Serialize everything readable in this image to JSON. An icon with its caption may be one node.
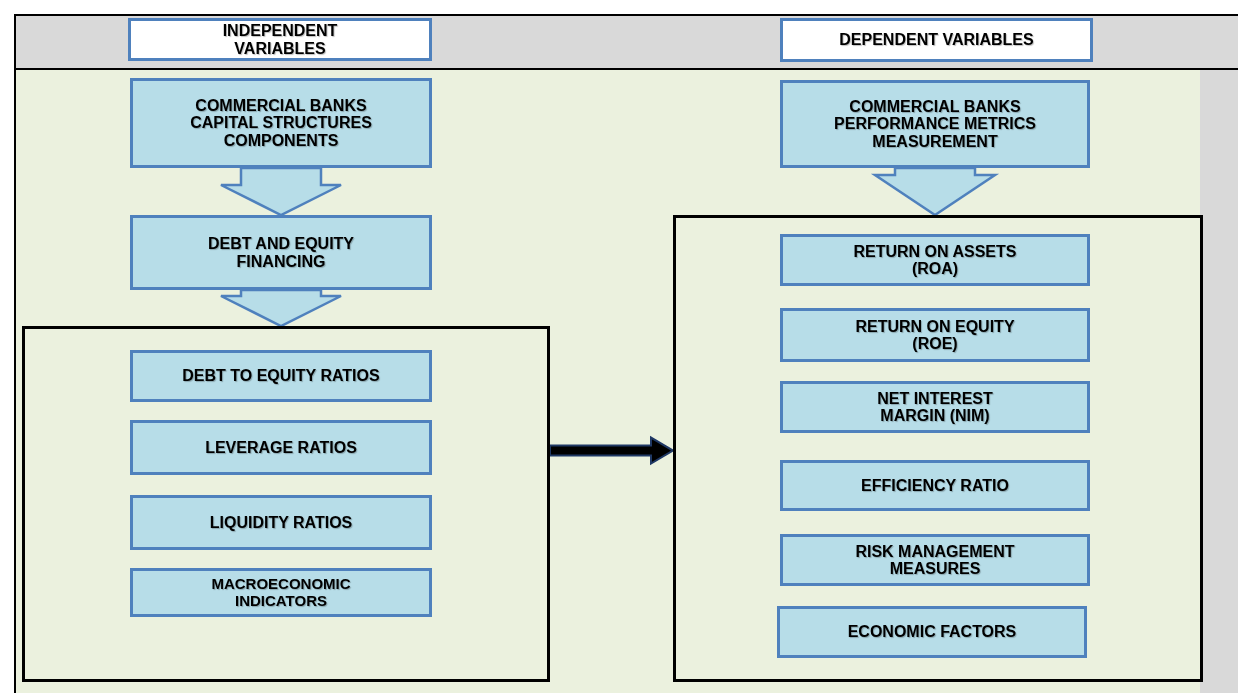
{
  "diagram": {
    "nodes": [
      {
        "text": [
          "INDEPENDENT VARIABLES"
        ]
      },
      {
        "text": [
          "DEPENDENT VARIABLES"
        ]
      },
      {
        "text": [
          "COMMERCIAL BANKS CAPITAL STRUCTURES COMPONENTS"
        ]
      },
      {
        "text": [
          "DEBT AND EQUITY FINANCING"
        ]
      },
      {
        "text": [],
        "shape": "box"
      },
      {
        "text": [
          "DEBT TO EQUITY RATIOS"
        ],
        "in": 4
      },
      {
        "text": [
          "LEVERAGE RATIOS"
        ],
        "in": 4
      },
      {
        "text": [
          "LIQUIDITY  RATIOS"
        ],
        "in": 4
      },
      {
        "text": [
          "MACROECONOMIC INDICATORS"
        ],
        "in": 4
      },
      {
        "text": [
          "COMMERCIAL BANKS PERFORMANCE METRICS MEASUREMENT"
        ]
      },
      {
        "text": [],
        "shape": "box"
      },
      {
        "text": [
          "RETURN ON ASSETS (ROA)"
        ],
        "in": 10
      },
      {
        "text": [
          "RETURN ON EQUITY (ROE)"
        ],
        "in": 10
      },
      {
        "text": [
          "NET INTEREST MARGIN (NIM)"
        ],
        "in": 10
      },
      {
        "text": [
          "EFFICIENCY RATIO"
        ],
        "in": 10
      },
      {
        "text": [
          "RISK MANAGEMENT MEASURES"
        ],
        "in": 10
      },
      {
        "text": [
          "ECONOMIC FACTORS"
        ],
        "in": 10
      }
    ],
    "edges": [
      {
        "from": 2,
        "to": 3,
        "arrow": "to"
      },
      {
        "from": 3,
        "to": 4,
        "arrow": "to"
      },
      {
        "from": 9,
        "to": 10,
        "arrow": "to"
      },
      {
        "from": 4,
        "to": 10,
        "arrow": "to",
        "color": "#000000"
      }
    ]
  }
}
